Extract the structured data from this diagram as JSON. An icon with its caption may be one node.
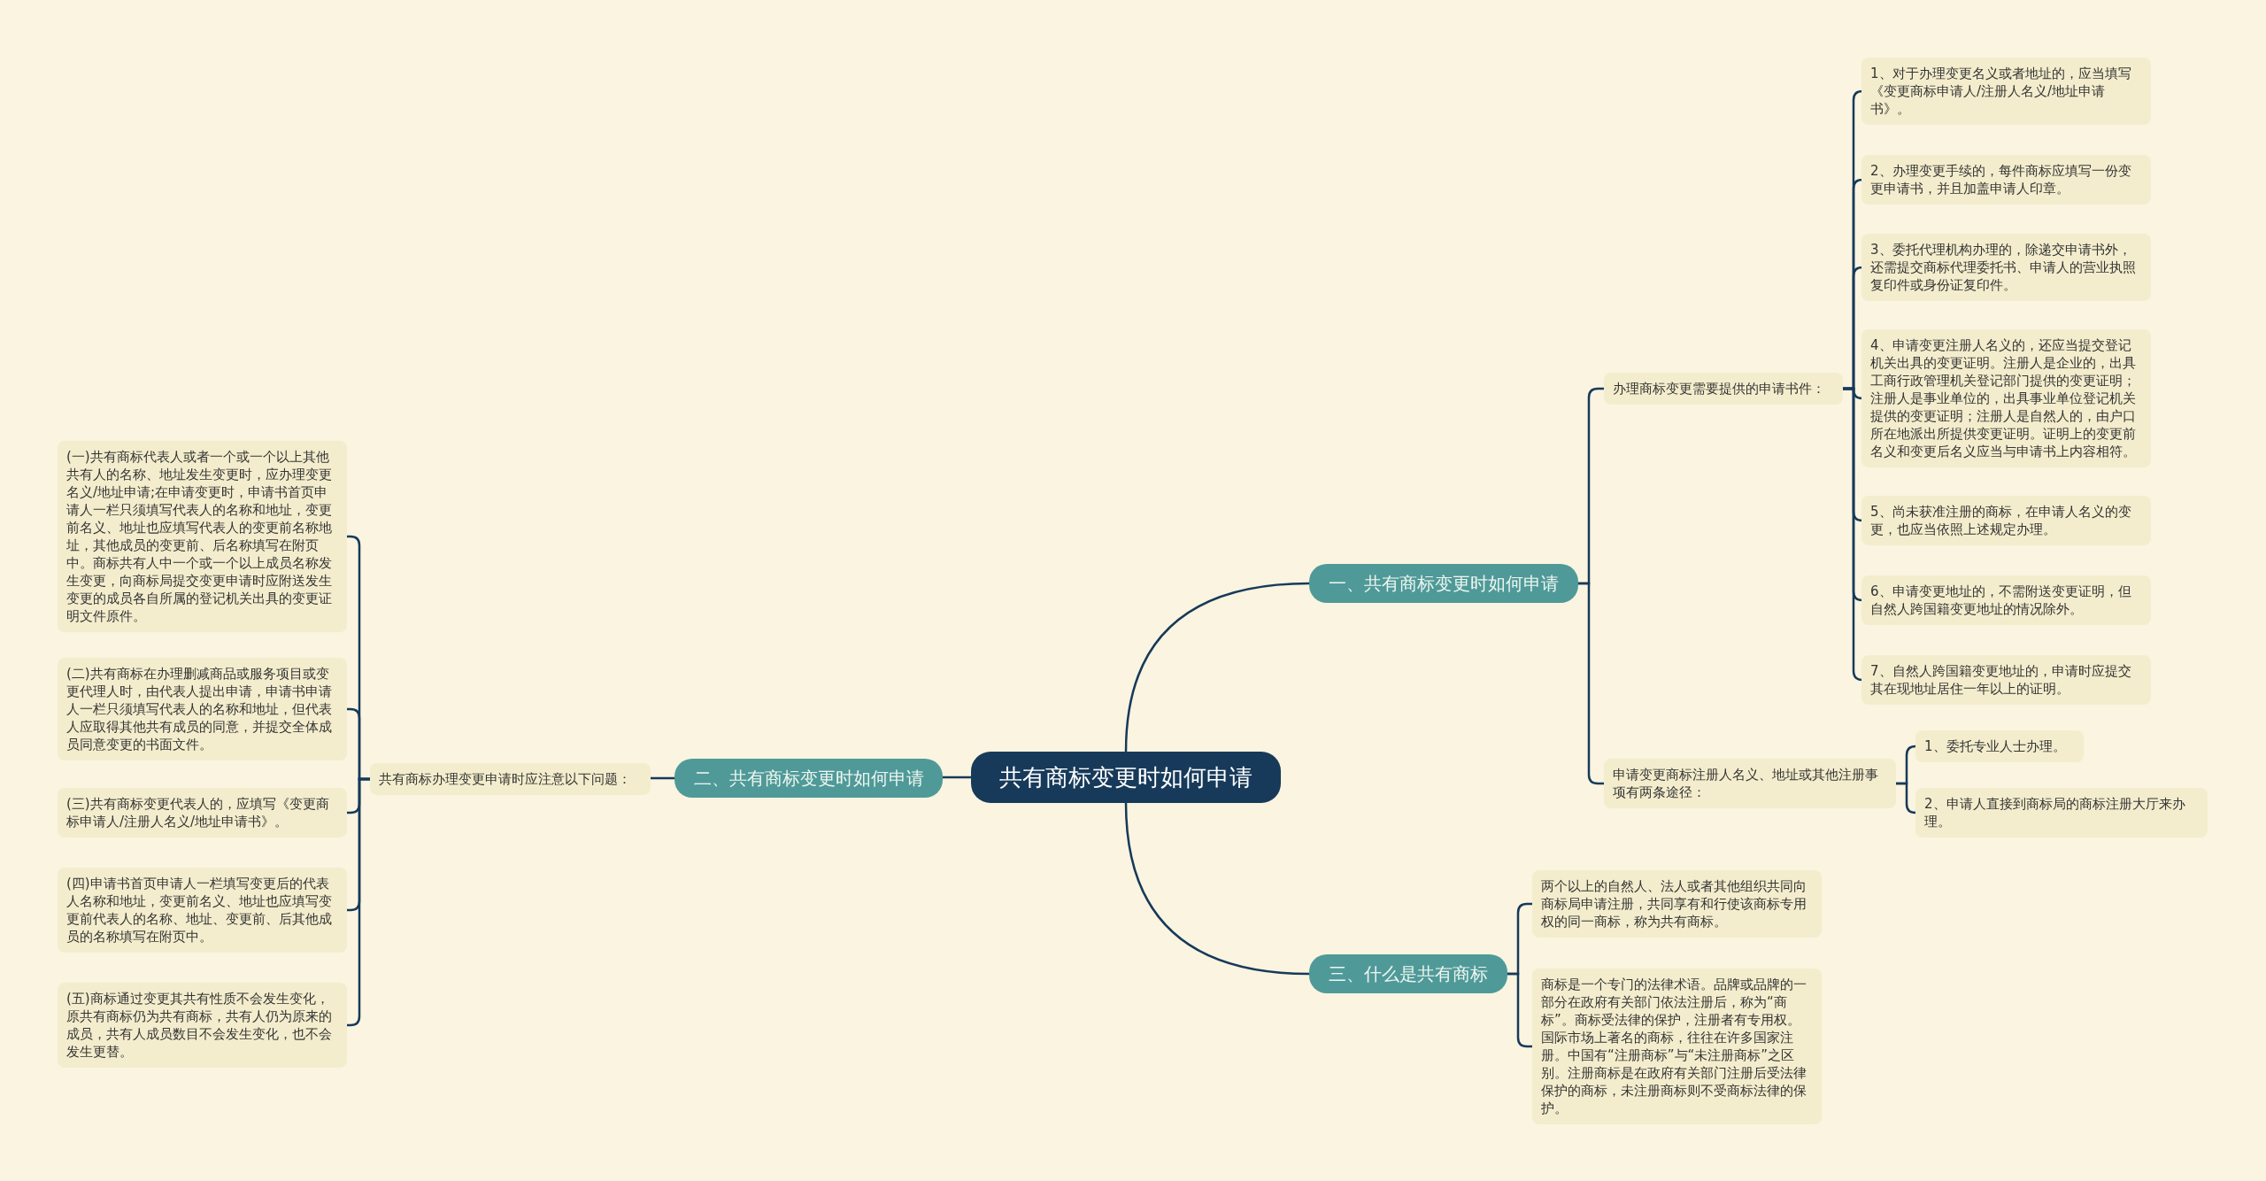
{
  "diagram": {
    "nodes": [
      {
        "text": [
          "共有商标变更时如何申请"
        ]
      },
      {
        "text": [
          "一、共有商标变更时如何申请"
        ]
      },
      {
        "text": [
          "办理商标变更需要提供的申请书件："
        ]
      },
      {
        "text": [
          "1、对于办理变更名义或者地址的，应当填写《变更商标申请人/注册人名义/地址申请书》。"
        ]
      },
      {
        "text": [
          "2、办理变更手续的，每件商标应填写一份变更申请书，并且加盖申请人印章。"
        ]
      },
      {
        "text": [
          "3、委托代理机构办理的，除递交申请书外，还需提交商标代理委托书、申请人的营业执照复印件或身份证复印件。"
        ]
      },
      {
        "text": [
          "4、申请变更注册人名义的，还应当提交登记机关出具的变更证明。注册人是企业的，出具工商行政管理机关登记部门提供的变更证明；注册人是事业单位的，出具事业单位登记机关提供的变更证明；注册人是自然人的，由户口所在地派出所提供变更证明。证明上的变更前名义和变更后名义应当与申请书上内容相符。"
        ]
      },
      {
        "text": [
          "5、尚未获准注册的商标，在申请人名义的变更，也应当依照上述规定办理。"
        ]
      },
      {
        "text": [
          "6、申请变更地址的，不需附送变更证明，但自然人跨国籍变更地址的情况除外。"
        ]
      },
      {
        "text": [
          "7、自然人跨国籍变更地址的，申请时应提交其在现地址居住一年以上的证明。"
        ]
      },
      {
        "text": [
          "申请变更商标注册人名义、地址或其他注册事项有两条途径："
        ]
      },
      {
        "text": [
          "1、委托专业人士办理。"
        ]
      },
      {
        "text": [
          "2、申请人直接到商标局的商标注册大厅来办理。"
        ]
      },
      {
        "text": [
          "三、什么是共有商标"
        ]
      },
      {
        "text": [
          "两个以上的自然人、法人或者其他组织共同向商标局申请注册，共同享有和行使该商标专用权的同一商标，称为共有商标。"
        ]
      },
      {
        "text": [
          "商标是一个专门的法律术语。品牌或品牌的一部分在政府有关部门依法注册后，称为“商标”。商标受法律的保护，注册者有专用权。国际市场上著名的商标，往往在许多国家注册。中国有“注册商标”与“未注册商标”之区别。注册商标是在政府有关部门注册后受法律保护的商标，未注册商标则不受商标法律的保护。"
        ]
      },
      {
        "text": [
          "二、共有商标变更时如何申请"
        ]
      },
      {
        "text": [
          "共有商标办理变更申请时应注意以下问题："
        ]
      },
      {
        "text": [
          "(一)共有商标代表人或者一个或一个以上其他共有人的名称、地址发生变更时，应办理变更名义/地址申请;在申请变更时，申请书首页申请人一栏只须填写代表人的名称和地址，变更前名义、地址也应填写代表人的变更前名称地址，其他成员的变更前、后名称填写在附页中。商标共有人中一个或一个以上成员名称发生变更，向商标局提交变更申请时应附送发生变更的成员各自所属的登记机关出具的变更证明文件原件。"
        ]
      },
      {
        "text": [
          "(二)共有商标在办理删减商品或服务项目或变更代理人时，由代表人提出申请，申请书申请人一栏只须填写代表人的名称和地址，但代表人应取得其他共有成员的同意，并提交全体成员同意变更的书面文件。"
        ]
      },
      {
        "text": [
          "(三)共有商标变更代表人的，应填写《变更商标申请人/注册人名义/地址申请书》。"
        ]
      },
      {
        "text": [
          "(四)申请书首页申请人一栏填写变更后的代表人名称和地址，变更前名义、地址也应填写变更前代表人的名称、地址、变更前、后其他成员的名称填写在附页中。"
        ]
      },
      {
        "text": [
          "(五)商标通过变更其共有性质不会发生变化，原共有商标仍为共有商标，共有人仍为原来的成员，共有人成员数目不会发生变化，也不会发生更替。"
        ]
      }
    ],
    "edges": [
      {
        "from": 0,
        "to": 1,
        "arrow": "none"
      },
      {
        "from": 1,
        "to": 2,
        "arrow": "none"
      },
      {
        "from": 2,
        "to": 3,
        "arrow": "none"
      },
      {
        "from": 2,
        "to": 4,
        "arrow": "none"
      },
      {
        "from": 2,
        "to": 5,
        "arrow": "none"
      },
      {
        "from": 2,
        "to": 6,
        "arrow": "none"
      },
      {
        "from": 2,
        "to": 7,
        "arrow": "none"
      },
      {
        "from": 2,
        "to": 8,
        "arrow": "none"
      },
      {
        "from": 2,
        "to": 9,
        "arrow": "none"
      },
      {
        "from": 1,
        "to": 10,
        "arrow": "none"
      },
      {
        "from": 10,
        "to": 11,
        "arrow": "none"
      },
      {
        "from": 10,
        "to": 12,
        "arrow": "none"
      },
      {
        "from": 0,
        "to": 13,
        "arrow": "none"
      },
      {
        "from": 13,
        "to": 14,
        "arrow": "none"
      },
      {
        "from": 13,
        "to": 15,
        "arrow": "none"
      },
      {
        "from": 0,
        "to": 16,
        "arrow": "none"
      },
      {
        "from": 16,
        "to": 17,
        "arrow": "none"
      },
      {
        "from": 17,
        "to": 18,
        "arrow": "none"
      },
      {
        "from": 17,
        "to": 19,
        "arrow": "none"
      },
      {
        "from": 17,
        "to": 20,
        "arrow": "none"
      },
      {
        "from": 17,
        "to": 21,
        "arrow": "none"
      },
      {
        "from": 17,
        "to": 22,
        "arrow": "none"
      }
    ]
  }
}
